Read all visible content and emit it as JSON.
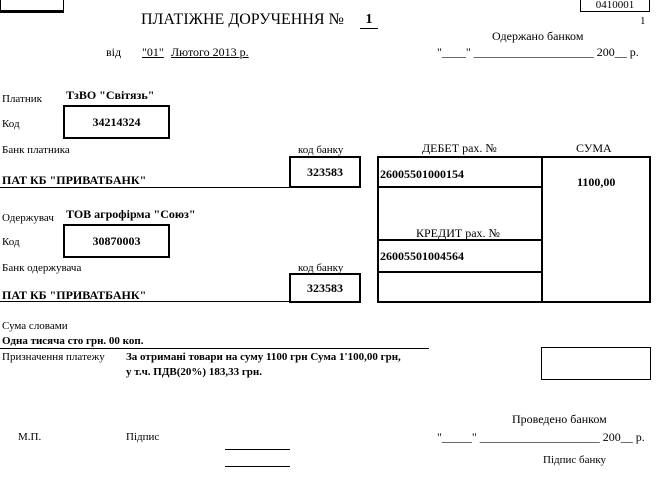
{
  "header": {
    "form_code": "0410001",
    "title": "ПЛАТІЖНЕ ДОРУЧЕННЯ №",
    "number": "1",
    "page_num": "1",
    "from_label": "від",
    "date_day": "\"01\"",
    "date_rest": "Лютого 2013 р.",
    "received_label": "Одержано банком",
    "received_date": "\"____\" ____________________ 200__ р."
  },
  "payer": {
    "label": "Платник",
    "name": "ТзВО \"Світязь\"",
    "code_label": "Код",
    "code": "34214324",
    "bank_label": "Банк платника",
    "bank_code_label": "код банку",
    "bank_name": "ПАТ КБ \"ПРИВАТБАНК\"",
    "bank_code": "323583"
  },
  "debit": {
    "label": "ДЕБЕТ рах. №",
    "account": "26005501000154"
  },
  "sum": {
    "label": "СУМА",
    "value": "1100,00"
  },
  "recipient": {
    "label": "Одержувач",
    "name": "ТОВ агрофірма \"Союз\"",
    "code_label": "Код",
    "code": "30870003",
    "bank_label": "Банк одержувача",
    "bank_code_label": "код банку",
    "bank_name": "ПАТ КБ \"ПРИВАТБАНК\"",
    "bank_code": "323583"
  },
  "credit": {
    "label": "КРЕДИТ рах. №",
    "account": "26005501004564"
  },
  "words": {
    "label": "Сума словами",
    "value": "Одна тисяча сто грн. 00 коп."
  },
  "purpose": {
    "label": "Призначення платежу",
    "line1": "За отримані товари на суму 1100 грн Сума 1'100,00 грн,",
    "line2": "у т.ч. ПДВ(20%) 183,33 грн."
  },
  "footer": {
    "stamp_label": "М.П.",
    "signature_label": "Підпис",
    "processed_label": "Проведено банком",
    "processed_date": "\"_____\" ____________________ 200__ р.",
    "bank_signature_label": "Підпис банку"
  }
}
